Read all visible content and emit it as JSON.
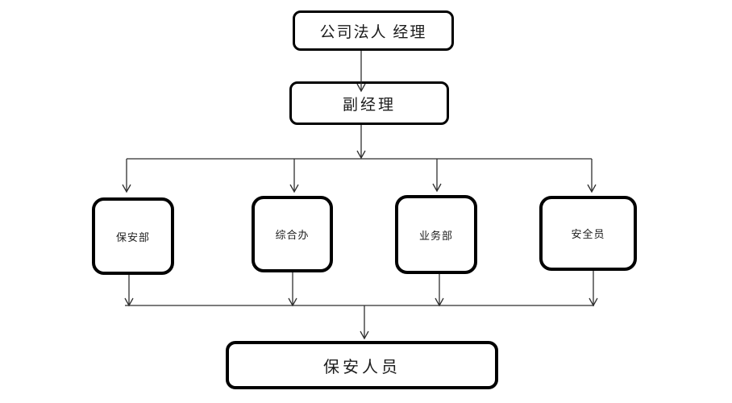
{
  "diagram": {
    "type": "org-chart-flowchart",
    "nodes": {
      "root": {
        "label": "公司法人 经理"
      },
      "deputy": {
        "label": "副经理"
      },
      "dept1": {
        "label": "保安部"
      },
      "dept2": {
        "label": "综合办"
      },
      "dept3": {
        "label": "业务部"
      },
      "dept4": {
        "label": "安全员"
      },
      "staff": {
        "label": "保安人员"
      }
    },
    "edges": [
      {
        "from": "公司法人 经理",
        "to": "副经理"
      },
      {
        "from": "副经理",
        "to": "保安部"
      },
      {
        "from": "副经理",
        "to": "综合办"
      },
      {
        "from": "副经理",
        "to": "业务部"
      },
      {
        "from": "副经理",
        "to": "安全员"
      },
      {
        "from": "保安部",
        "to": "保安人员"
      },
      {
        "from": "综合办",
        "to": "保安人员"
      },
      {
        "from": "业务部",
        "to": "保安人员"
      },
      {
        "from": "安全员",
        "to": "保安人员"
      }
    ],
    "colors": {
      "background": "#ffffff",
      "box_fill": "#ffffff",
      "box_border": "#000000",
      "connector": "#2f2f2f",
      "text": "#1c1c1c"
    }
  }
}
